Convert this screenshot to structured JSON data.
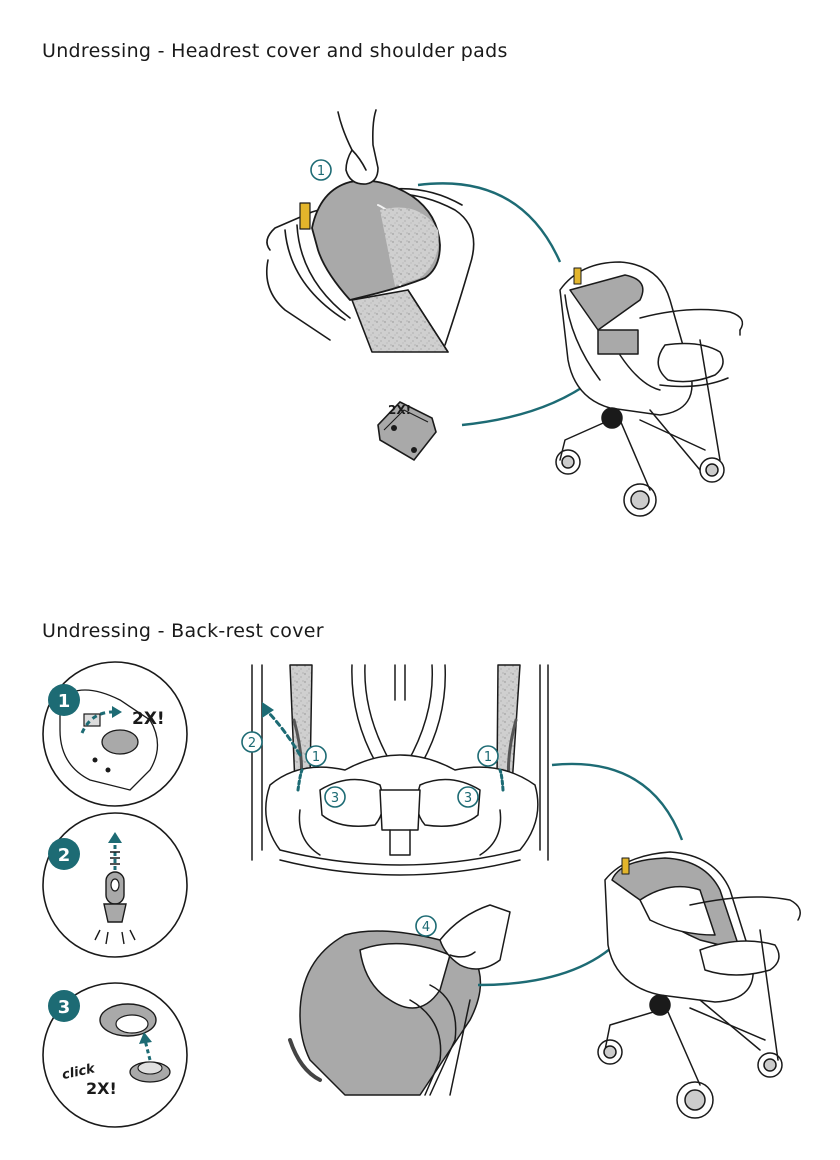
{
  "sections": {
    "headrest": {
      "title": "Undressing - Headrest cover and shoulder pads",
      "callouts": {
        "c1": "1"
      },
      "buckle_label": "2X!"
    },
    "backrest": {
      "title": "Undressing - Back-rest cover",
      "steps": {
        "s1": "1",
        "s2": "2",
        "s3": "3"
      },
      "step1_label": "2X!",
      "step3_click": "click",
      "step3_label": "2X!",
      "callouts": {
        "c1": "1",
        "c2": "2",
        "c3": "3",
        "c4": "4"
      }
    }
  },
  "colors": {
    "accent": "#1d6b74",
    "pad": "#a9a9a9",
    "fabric": "#d8d8d8",
    "tab": "#e3b52b",
    "ink": "#1a1a1a"
  }
}
